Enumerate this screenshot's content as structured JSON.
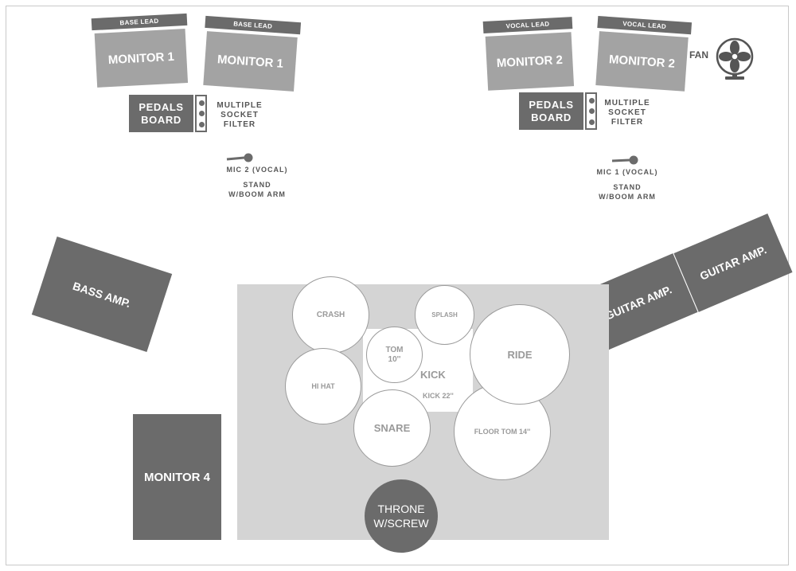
{
  "stage": {
    "top_left": {
      "monitor_a": {
        "lead": "BASE LEAD",
        "label": "MONITOR 1"
      },
      "monitor_b": {
        "lead": "BASE LEAD",
        "label": "MONITOR 1"
      },
      "pedals": {
        "line1": "PEDALS",
        "line2": "BOARD"
      },
      "socket": {
        "line1": "MULTIPLE",
        "line2": "SOCKET",
        "line3": "FILTER"
      },
      "mic": {
        "label": "MIC 2 (VOCAL)",
        "stand1": "STAND",
        "stand2": "W/BOOM ARM"
      }
    },
    "top_right": {
      "monitor_a": {
        "lead": "VOCAL LEAD",
        "label": "MONITOR 2"
      },
      "monitor_b": {
        "lead": "VOCAL LEAD",
        "label": "MONITOR 2"
      },
      "fan": "FAN",
      "pedals": {
        "line1": "PEDALS",
        "line2": "BOARD"
      },
      "socket": {
        "line1": "MULTIPLE",
        "line2": "SOCKET",
        "line3": "FILTER"
      },
      "mic": {
        "label": "MIC 1 (VOCAL)",
        "stand1": "STAND",
        "stand2": "W/BOOM ARM"
      }
    },
    "bass_amp": "BASS AMP.",
    "guitar_amp_1": "GUITAR AMP.",
    "guitar_amp_2": "GUITAR AMP.",
    "monitor_4": "MONITOR 4",
    "drums": {
      "crash": "CRASH",
      "splash": "SPLASH",
      "tom_line1": "TOM",
      "tom_line2": "10''",
      "kick": "KICK",
      "kick_size": "KICK 22''",
      "ride": "RIDE",
      "hihat": "HI HAT",
      "snare": "SNARE",
      "floor_tom": "FLOOR TOM 14''",
      "throne_line1": "THRONE",
      "throne_line2": "W/SCREW"
    }
  },
  "colors": {
    "dark_gray": "#6b6b6b",
    "mid_gray": "#a3a3a3",
    "kit_area": "#d4d4d4",
    "drum_text": "#9a9a9a"
  }
}
